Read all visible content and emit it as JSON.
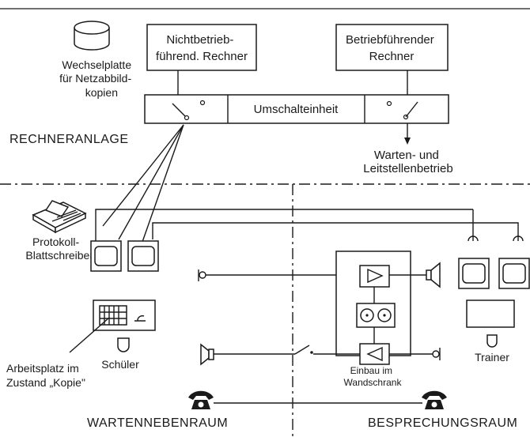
{
  "nodes": {
    "non_operating_computer": [
      "Nichtbetrieb-",
      "führend. Rechner"
    ],
    "operating_computer": [
      "Betriebführender",
      "Rechner"
    ],
    "disk": [
      "Wechselplatte",
      "für Netzabbild-",
      "kopien"
    ],
    "switch_unit": "Umschalteinheit",
    "control_room_output": [
      "Warten- und",
      "Leitstellenbetrieb"
    ],
    "protocol_printer": [
      "Protokoll-",
      "Blattschreiber"
    ],
    "student": "Schüler",
    "student_workstation": [
      "Arbeitsplatz im",
      "Zustand „Kopie\""
    ],
    "trainer": "Trainer",
    "cabinet": [
      "Einbau im",
      "Wandschrank"
    ]
  },
  "areas": {
    "computer_system": "RECHNERANLAGE",
    "side_room": "WARTENNEBENRAUM",
    "meeting_room": "BESPRECHUNGSRAUM"
  }
}
